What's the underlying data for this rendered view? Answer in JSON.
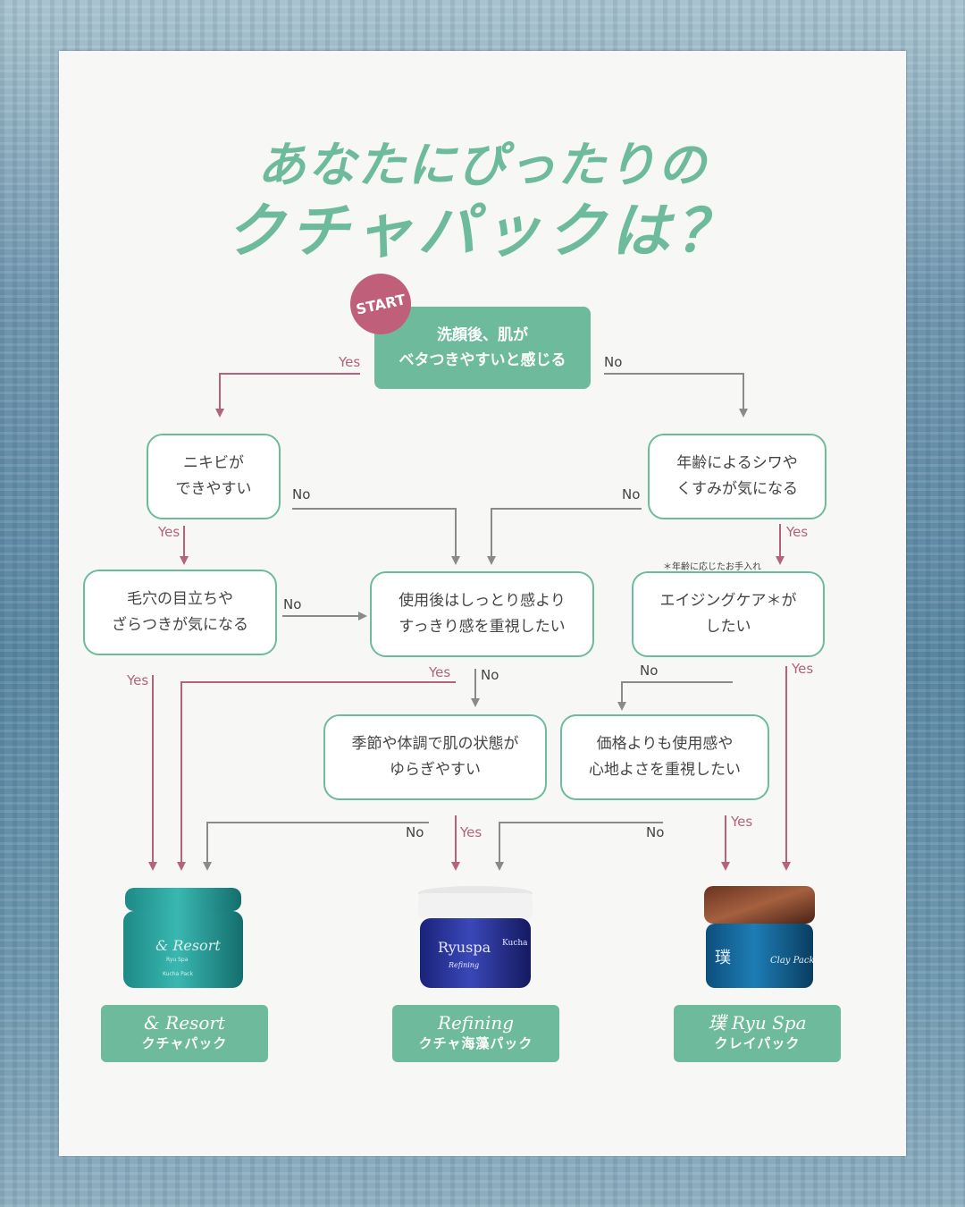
{
  "title": {
    "line1": "あなたにぴったりの",
    "line2": "クチャパックは？"
  },
  "start_badge": "START",
  "nodes": {
    "q_start": "洗顔後、肌が\nベタつきやすいと感じる",
    "q_acne": "ニキビが\nできやすい",
    "q_aging": "年齢によるシワや\nくすみが気になる",
    "q_pores": "毛穴の目立ちや\nざらつきが気になる",
    "q_refresh": "使用後はしっとり感より\nすっきり感を重視したい",
    "q_agingcare": "エイジングケア＊が\nしたい",
    "q_season": "季節や体調で肌の状態が\nゆらぎやすい",
    "q_price": "価格よりも使用感や\n心地よさを重視したい"
  },
  "note": "＊年齢に応じたお手入れ",
  "labels": {
    "yes": "Yes",
    "no": "No"
  },
  "products": [
    {
      "brand": "& Resort",
      "name": "クチャパック"
    },
    {
      "brand": "Refining",
      "name": "クチャ海藻パック"
    },
    {
      "brand": "璞 Ryu Spa",
      "name": "クレイパック"
    }
  ],
  "jar_text": {
    "resort": {
      "brand": "& Resort",
      "sub": "Ryu Spa",
      "item": "Kucha Pack"
    },
    "refining": {
      "brand": "Ryuspa",
      "sub": "Refining",
      "side": "Kucha"
    },
    "clay": {
      "mark": "璞",
      "item": "Clay Pack"
    }
  },
  "colors": {
    "green": "#6dbb9c",
    "pink": "#b5627c",
    "gray": "#8a8a8a",
    "start": "#bf5f7a"
  }
}
